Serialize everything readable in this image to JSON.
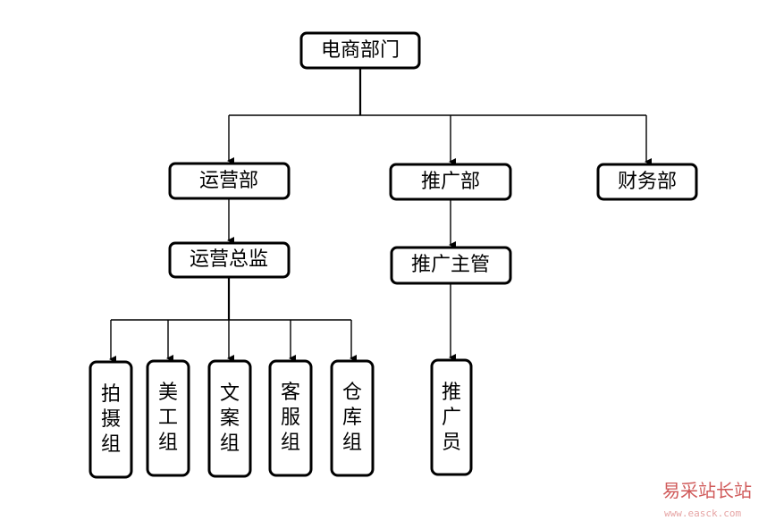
{
  "diagram": {
    "root": {
      "label": "电商部门"
    },
    "departments": {
      "operations": "运营部",
      "promotion": "推广部",
      "finance": "财务部"
    },
    "managers": {
      "operations_director": "运营总监",
      "promotion_supervisor": "推广主管"
    },
    "teams": {
      "photo": [
        "拍",
        "摄",
        "组"
      ],
      "design": [
        "美",
        "工",
        "组"
      ],
      "copy": [
        "文",
        "案",
        "组"
      ],
      "service": [
        "客",
        "服",
        "组"
      ],
      "warehouse": [
        "仓",
        "库",
        "组"
      ]
    },
    "promotion_staff": [
      "推",
      "广",
      "员"
    ]
  },
  "watermark": {
    "name": "易采站长站",
    "url": "www.easck.com",
    "color": "#d05a5a"
  }
}
